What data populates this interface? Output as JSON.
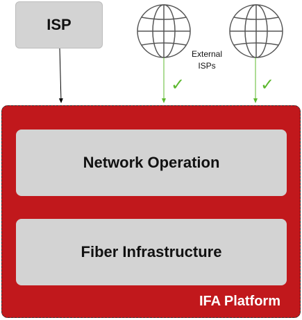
{
  "isp": {
    "label": "ISP"
  },
  "external": {
    "line1": "External",
    "line2": "ISPs"
  },
  "platform": {
    "layers": [
      {
        "label": "Network Operation"
      },
      {
        "label": "Fiber Infrastructure"
      }
    ],
    "label": "IFA Platform"
  },
  "checks": {
    "mark": "✓"
  },
  "colors": {
    "platform": "#c1181c",
    "layer": "#d3d3d3",
    "check_arrow": "#5cb82e",
    "globe": "#555555"
  },
  "icons": [
    "globe-icon",
    "globe-icon",
    "check-icon",
    "check-icon"
  ]
}
